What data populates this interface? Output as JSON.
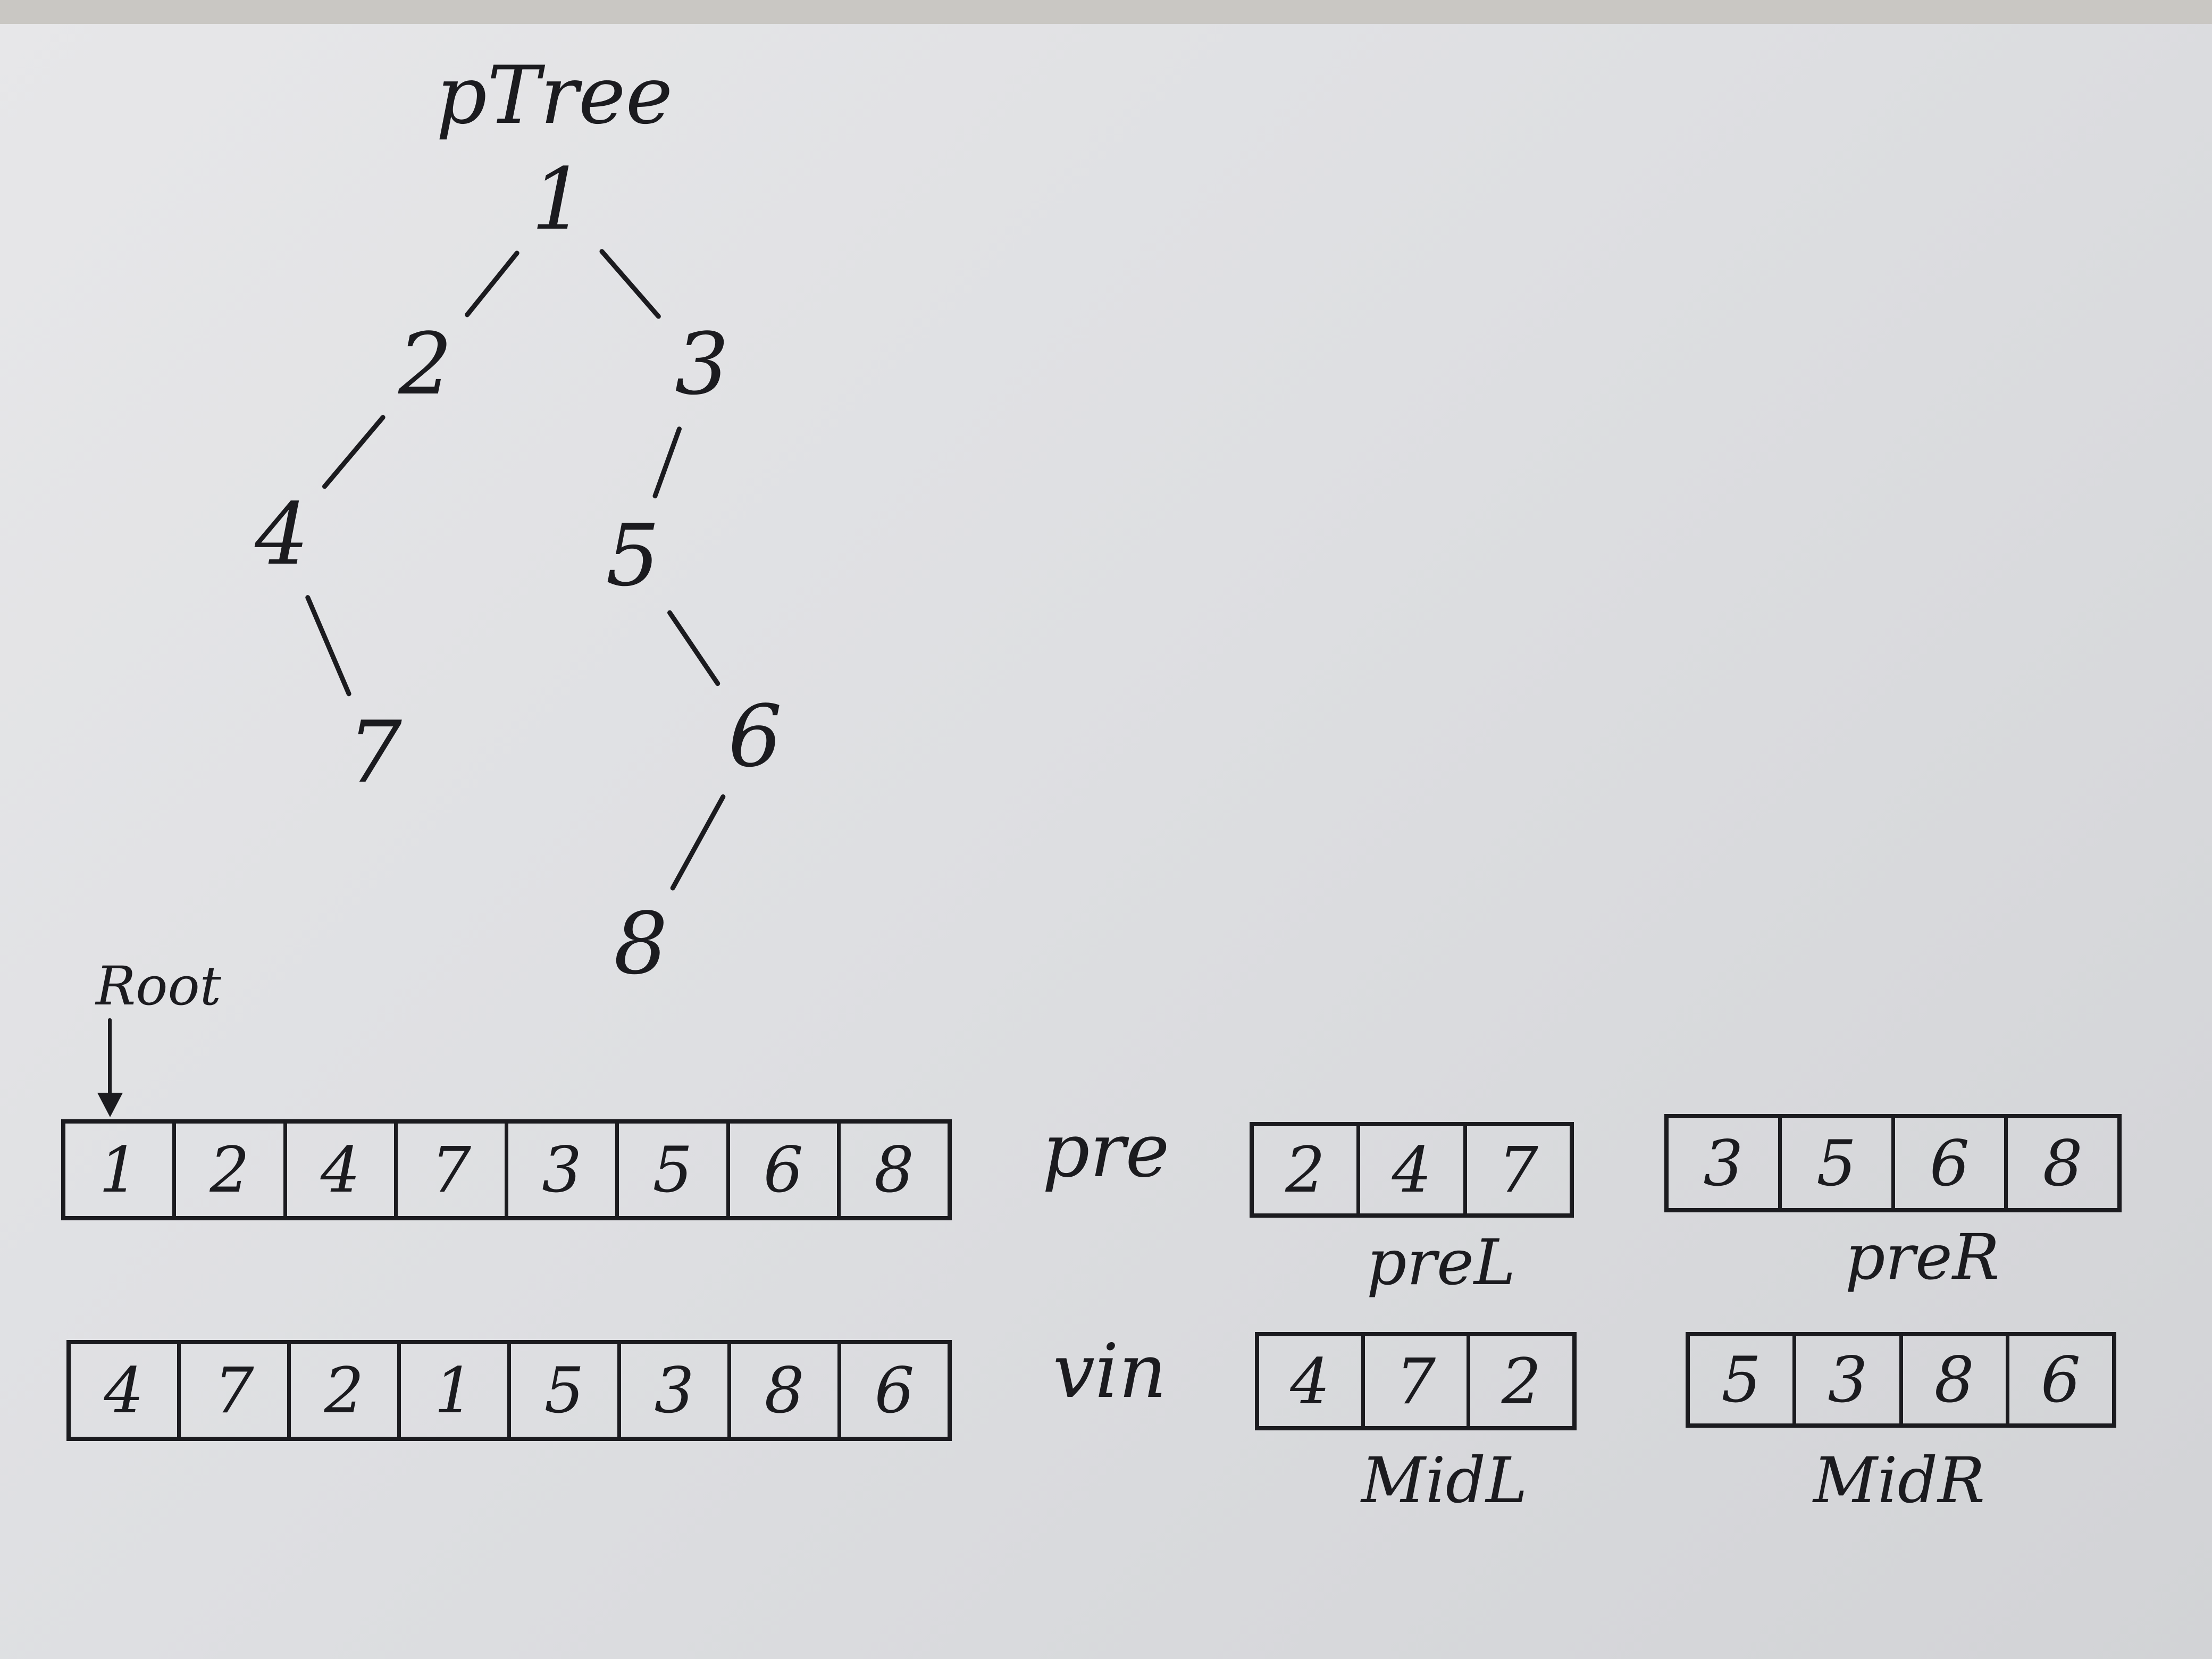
{
  "tree": {
    "title": "pTree",
    "nodes": [
      {
        "id": "n1",
        "label": "1"
      },
      {
        "id": "n2",
        "label": "2"
      },
      {
        "id": "n3",
        "label": "3"
      },
      {
        "id": "n4",
        "label": "4"
      },
      {
        "id": "n5",
        "label": "5"
      },
      {
        "id": "n7",
        "label": "7"
      },
      {
        "id": "n6",
        "label": "6"
      },
      {
        "id": "n8",
        "label": "8"
      }
    ],
    "edges": [
      [
        "n1",
        "n2"
      ],
      [
        "n1",
        "n3"
      ],
      [
        "n2",
        "n4"
      ],
      [
        "n3",
        "n5"
      ],
      [
        "n4",
        "n7"
      ],
      [
        "n5",
        "n6"
      ],
      [
        "n6",
        "n8"
      ]
    ]
  },
  "root_label": "Root",
  "arrays": {
    "pre": {
      "label": "pre",
      "values": [
        "1",
        "2",
        "4",
        "7",
        "3",
        "5",
        "6",
        "8"
      ]
    },
    "vin": {
      "label": "vin",
      "values": [
        "4",
        "7",
        "2",
        "1",
        "5",
        "3",
        "8",
        "6"
      ]
    },
    "preL": {
      "label": "preL",
      "values": [
        "2",
        "4",
        "7"
      ]
    },
    "preR": {
      "label": "preR",
      "values": [
        "3",
        "5",
        "6",
        "8"
      ]
    },
    "midL": {
      "label": "MidL",
      "values": [
        "4",
        "7",
        "2"
      ]
    },
    "midR": {
      "label": "MidR",
      "values": [
        "5",
        "3",
        "8",
        "6"
      ]
    }
  }
}
